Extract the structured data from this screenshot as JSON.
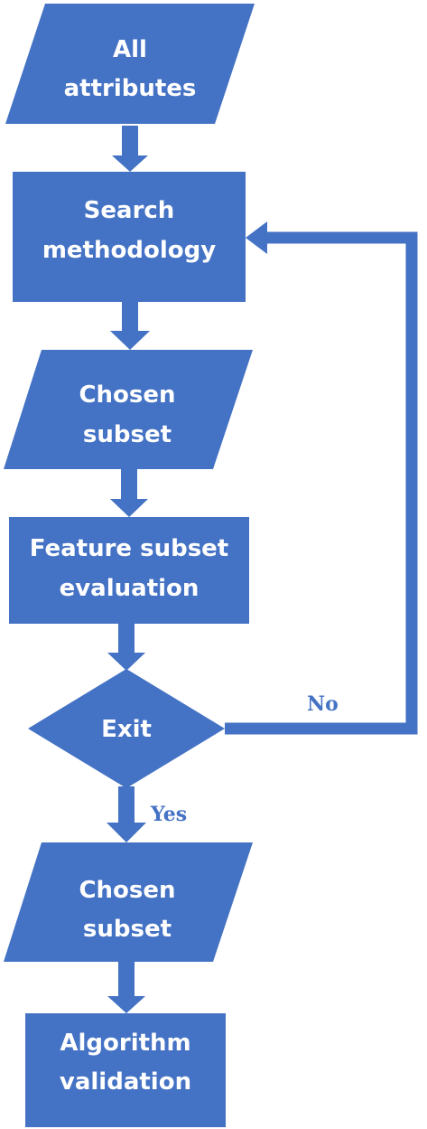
{
  "colors": {
    "fill": "#4472C4",
    "text": "#FFFFFF",
    "edge_label": "#4472C4"
  },
  "nodes": {
    "all_attributes": {
      "shape": "parallelogram",
      "lines": [
        "All",
        "attributes"
      ]
    },
    "search_methodology": {
      "shape": "rectangle",
      "lines": [
        "Search",
        "methodology"
      ]
    },
    "chosen_subset_1": {
      "shape": "parallelogram",
      "lines": [
        "Chosen",
        "subset"
      ]
    },
    "feature_subset_evaluation": {
      "shape": "rectangle",
      "lines": [
        "Feature subset",
        "evaluation"
      ]
    },
    "exit": {
      "shape": "diamond",
      "lines": [
        "Exit"
      ]
    },
    "chosen_subset_2": {
      "shape": "parallelogram",
      "lines": [
        "Chosen",
        "subset"
      ]
    },
    "algorithm_validation": {
      "shape": "rectangle",
      "lines": [
        "Algorithm",
        "validation"
      ]
    }
  },
  "edges": {
    "no_label": "No",
    "yes_label": "Yes"
  }
}
